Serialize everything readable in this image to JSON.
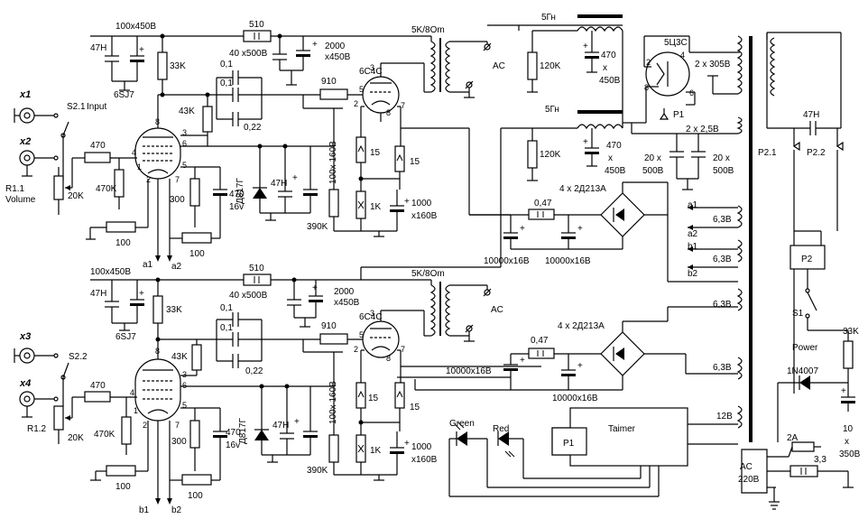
{
  "inputs": {
    "x1": "x1",
    "x2": "x2",
    "x3": "x3",
    "x4": "x4",
    "s21": "S2.1",
    "input": "Input",
    "s22": "S2.2",
    "r11": "R1.1",
    "r12": "R1.2",
    "volume": "Volume",
    "pot": "20K"
  },
  "ch1": {
    "c_47h": "47H",
    "c_100x450": "100x450B",
    "r_510": "510",
    "c_2000": "2000",
    "c_2000v": "x450B",
    "trans": "5K/8Om",
    "as": "AC",
    "r_33k": "33K",
    "c_01a": "0,1",
    "c_40": "40 x500B",
    "c_01b": "0,1",
    "c_022": "0,22",
    "r_910": "910",
    "tube2": "6C4C",
    "r_43k": "43K",
    "tube1": "6SJ7",
    "r_470": "470",
    "r_470k": "470K",
    "r_100": "100",
    "r_100b": "100",
    "r_300": "300",
    "c_470": "470",
    "c_16v": "16v",
    "zener": "Д817Г",
    "c_47h2": "47H",
    "c_100x160": "100x 160B",
    "r_390k": "390K",
    "r_15a": "15",
    "r_15b": "15",
    "r_1k": "1K",
    "c_1000": "1000",
    "c_1000v": "x160B",
    "a1": "a1",
    "a2": "a2"
  },
  "ch2": {
    "c_47h": "47H",
    "c_100x450": "100x450B",
    "r_510": "510",
    "c_2000": "2000",
    "c_2000v": "x450B",
    "trans": "5K/8Om",
    "as": "AC",
    "r_33k": "33K",
    "c_01a": "0,1",
    "c_40": "40 x500B",
    "c_01b": "0,1",
    "c_022": "0,22",
    "r_910": "910",
    "tube2": "6C4C",
    "r_43k": "43K",
    "tube1": "6SJ7",
    "r_470": "470",
    "r_470k": "470K",
    "r_100": "100",
    "r_100b": "100",
    "r_300": "300",
    "c_470": "470",
    "c_16v": "16v",
    "zener": "Д817Г",
    "c_47h2": "47H",
    "c_100x160": "100x 160B",
    "r_390k": "390K",
    "r_15a": "15",
    "r_15b": "15",
    "r_1k": "1K",
    "c_1000": "1000",
    "c_1000v": "x160B",
    "b1": "b1",
    "b2": "b2"
  },
  "psu": {
    "l1": "5Гн",
    "l2": "5Гн",
    "c470a": "470",
    "c470ax": "x",
    "c470av": "450B",
    "c470b": "470",
    "c470bx": "x",
    "c470bv": "450B",
    "r120a": "120K",
    "r120b": "120K",
    "rect": "5Ц3С",
    "p1": "P1",
    "w305": "2 x 305B",
    "w25": "2 x 2,5B",
    "c20a": "20 x",
    "c20av": "500B",
    "c20b": "20 x",
    "c20bv": "500B",
    "bridge1": "4 x 2Д213А",
    "bridge2": "4 x 2Д213А",
    "r047a": "0,47",
    "r047b": "0,47",
    "c10000a": "10000x16B",
    "c10000b": "10000x16B",
    "c10000c": "10000x16B",
    "c10000d": "10000x16B",
    "a1": "a1",
    "a2": "a2",
    "b1": "b1",
    "b2": "b2",
    "v63": "6,3B",
    "v12": "12B",
    "green": "Green",
    "red": "Red",
    "p1box": "P1",
    "timer": "Taimer",
    "p21": "P2.1",
    "p22": "P2.2",
    "c47h": "47H",
    "p2": "P2",
    "s1": "S1",
    "power": "Power",
    "r33k": "33K",
    "diode": "1N4007",
    "c10": "10",
    "c10x": "x",
    "c10v": "350B",
    "fuse": "2A",
    "r33": "3,3",
    "ac": "AC",
    "ac220": "220B"
  },
  "pins": {
    "p1": "1",
    "p2": "2",
    "p3": "3",
    "p4": "4",
    "p5": "5",
    "p6": "6",
    "p7": "7",
    "p8": "8"
  }
}
